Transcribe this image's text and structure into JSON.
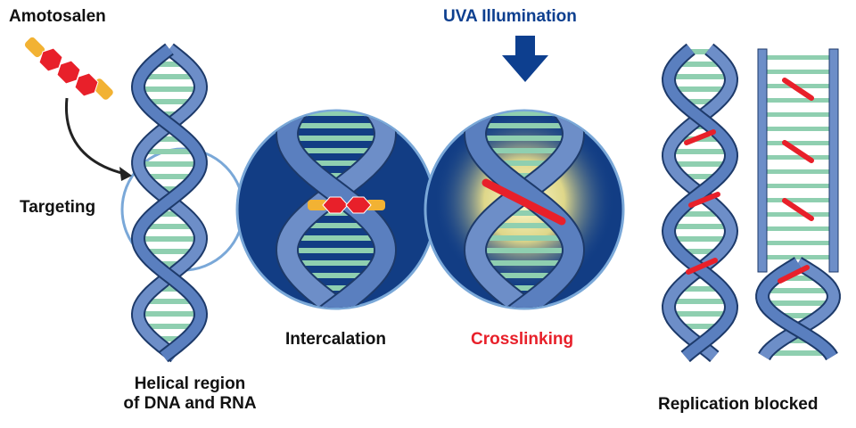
{
  "labels": {
    "amotosalen": "Amotosalen",
    "targeting": "Targeting",
    "helical_line1": "Helical region",
    "helical_line2": "of DNA and RNA",
    "intercalation": "Intercalation",
    "uva": "UVA Illumination",
    "crosslinking": "Crosslinking",
    "replication": "Replication blocked"
  },
  "colors": {
    "uva_blue": "#0d3f8f",
    "crosslink_red": "#e8202a",
    "circle_dark": "#0f3a80",
    "ribbon": "#6d8ec8",
    "rung_green": "#8fcfb0",
    "drug_red": "#e8202a",
    "drug_yellow": "#f2b233"
  }
}
